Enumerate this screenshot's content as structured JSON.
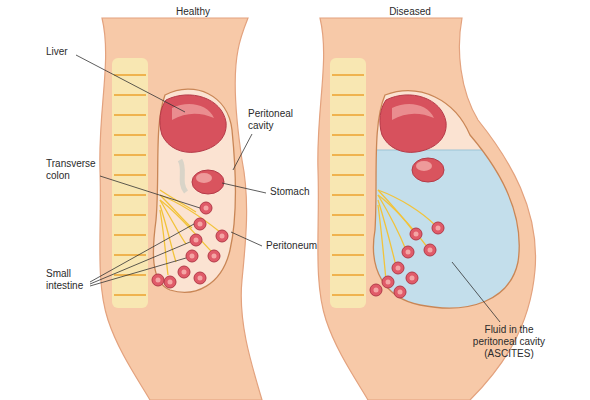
{
  "diagram": {
    "labels": [
      "Healthy",
      "Diseased",
      "Liver",
      "Peritoneal cavity",
      "Transverse colon",
      "Stomach",
      "Peritoneum",
      "Small intestine",
      "Fluid in the peritoneal cavity (ASCITES)"
    ]
  }
}
